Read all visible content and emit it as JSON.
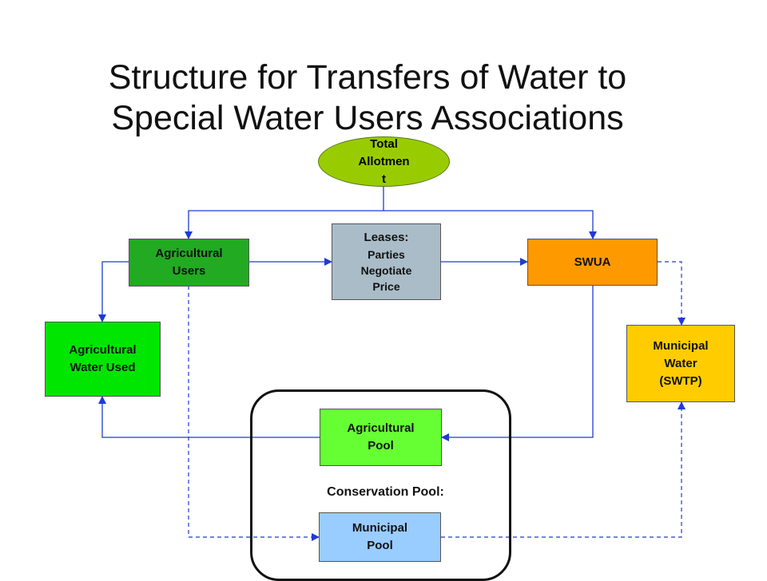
{
  "title": {
    "line1": "Structure for Transfers of Water to",
    "line2": "Special Water Users Associations"
  },
  "nodes": {
    "total_allotment": {
      "lines": [
        "Total",
        "Allotmen",
        "t"
      ],
      "color": "#99cc00"
    },
    "agricultural_users": {
      "lines": [
        "Agricultural",
        "Users"
      ],
      "color": "#22aa22"
    },
    "leases": {
      "lines": [
        "Leases:",
        "Parties",
        "Negotiate",
        "Price"
      ],
      "color": "#a9bcc8"
    },
    "swua": {
      "lines": [
        "SWUA"
      ],
      "color": "#ff9900"
    },
    "agricultural_water_used": {
      "lines": [
        "Agricultural",
        "Water Used"
      ],
      "color": "#00e600"
    },
    "municipal_water": {
      "lines": [
        "Municipal",
        "Water",
        "(SWTP)"
      ],
      "color": "#ffcc00"
    },
    "agricultural_pool": {
      "lines": [
        "Agricultural",
        "Pool"
      ],
      "color": "#66ff33"
    },
    "municipal_pool": {
      "lines": [
        "Municipal",
        "Pool"
      ],
      "color": "#99ccff"
    }
  },
  "conservation_pool_label": "Conservation Pool:",
  "arrow_color": "#1f3bd6"
}
